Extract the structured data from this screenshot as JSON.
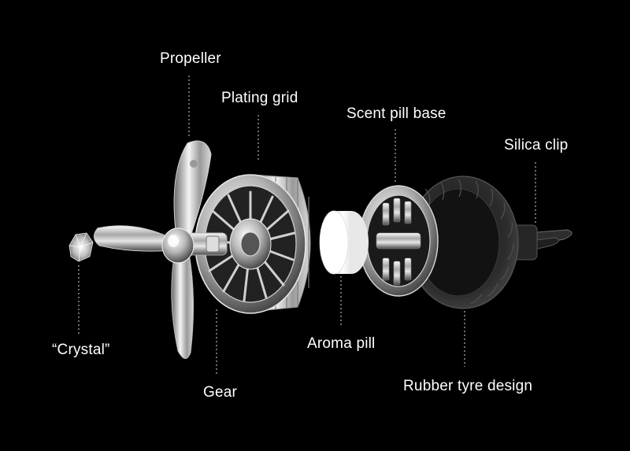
{
  "labels": {
    "propeller": "Propeller",
    "plating_grid": "Plating grid",
    "scent_pill_base": "Scent pill base",
    "silica_clip": "Silica clip",
    "crystal": "“Crystal”",
    "aroma_pill": "Aroma pill",
    "gear": "Gear",
    "rubber_tyre": "Rubber tyre design"
  },
  "colors": {
    "background": "#000000",
    "text": "#ffffff",
    "leader_line": "#9a9a9a",
    "chrome_light": "#f2f2f2",
    "chrome_dark": "#5a5a5a",
    "rubber": "#2a2a2a",
    "aroma_pill": "#ffffff"
  }
}
